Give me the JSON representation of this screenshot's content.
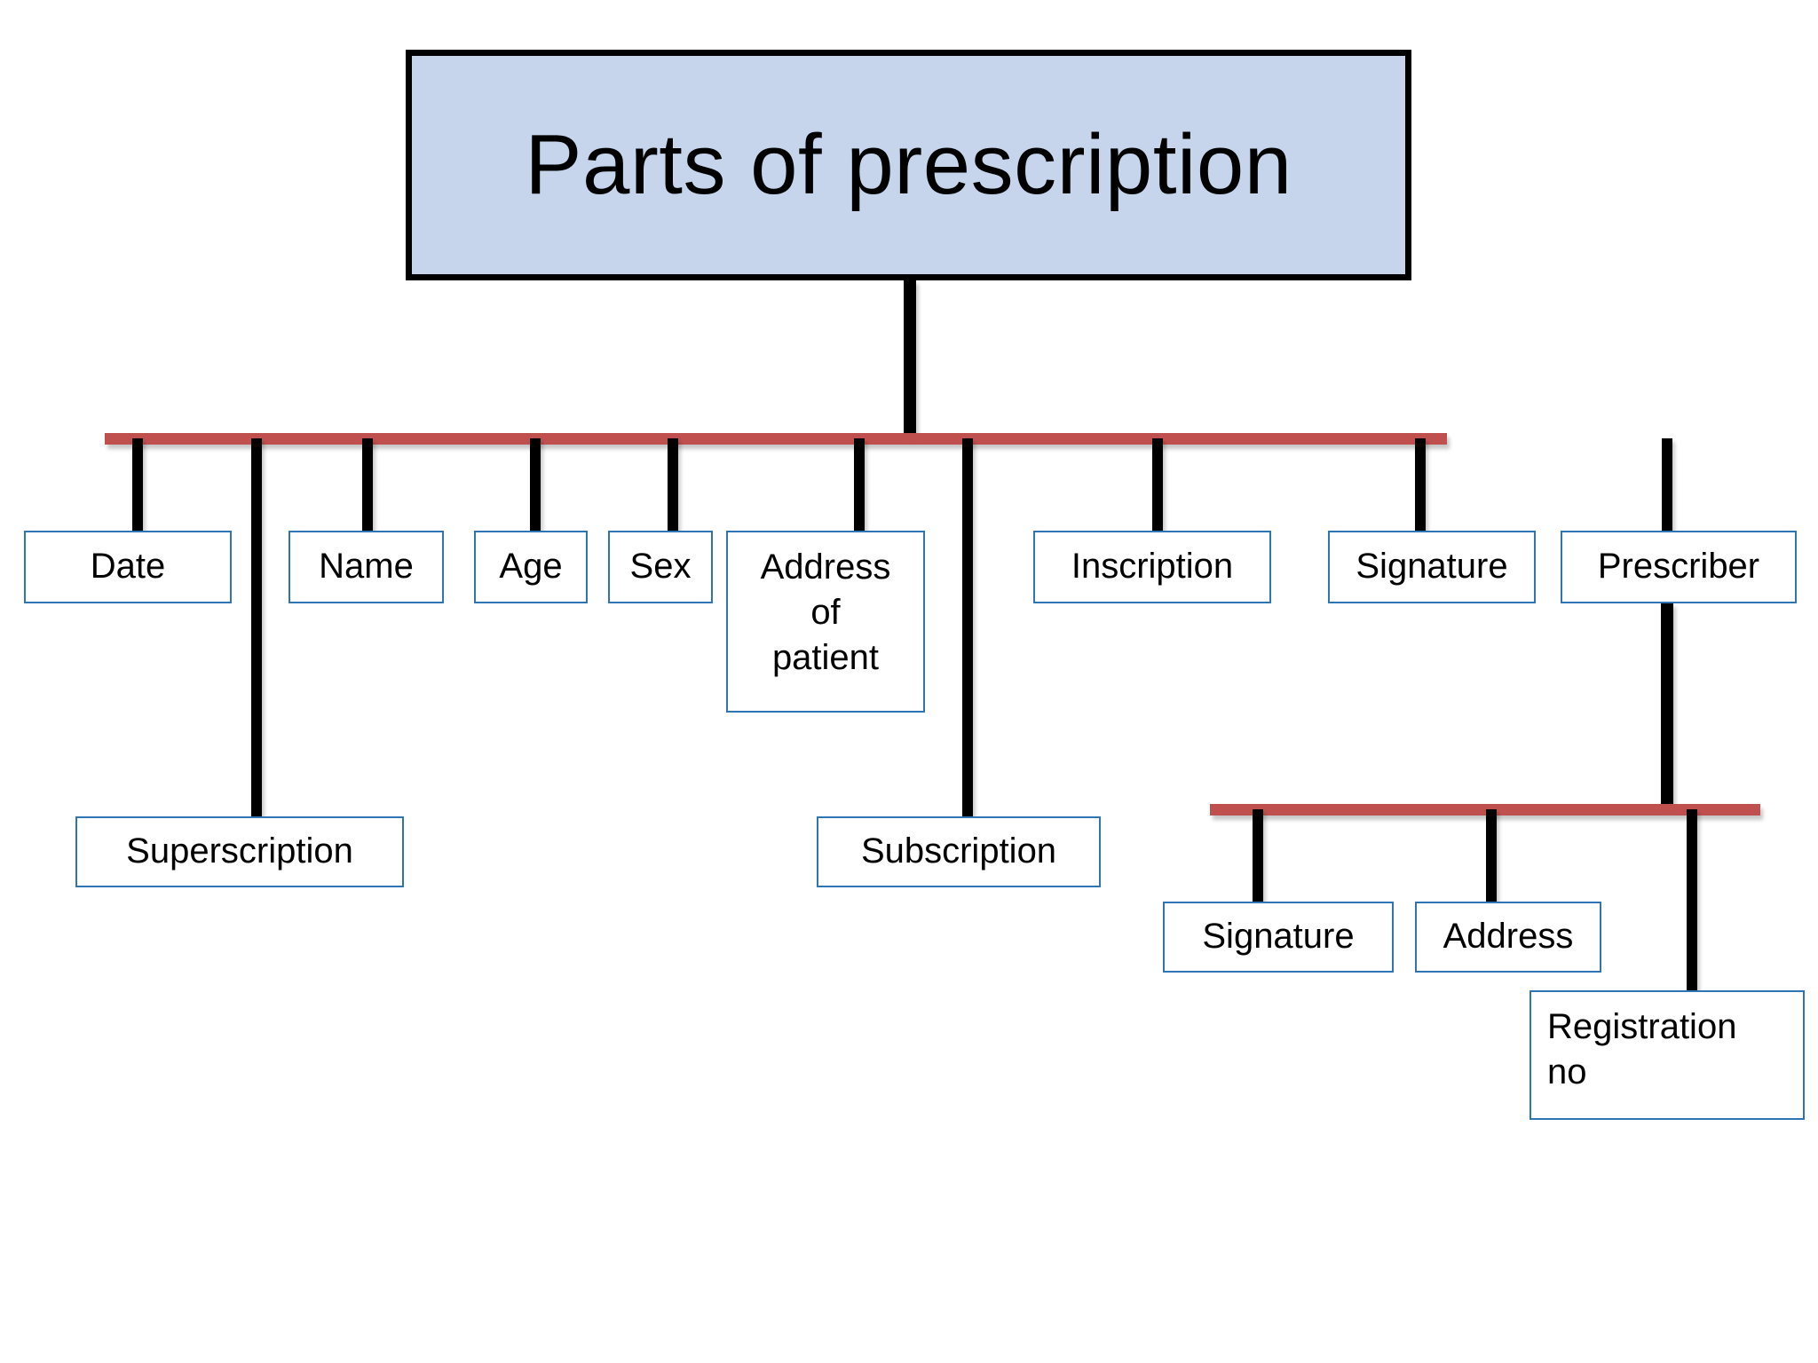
{
  "diagram": {
    "type": "tree",
    "title": "Parts of prescription",
    "colors": {
      "title_fill": "#C6D5EC",
      "title_border": "#000000",
      "connector_bar": "#C0504D",
      "connector_stem": "#000000",
      "node_border": "#2E75B6",
      "node_fill": "#FFFFFF",
      "background": "#FFFFFF",
      "text": "#000000"
    },
    "root": {
      "label": "Parts of prescription"
    },
    "level1": [
      {
        "label": "Date"
      },
      {
        "label": "Name"
      },
      {
        "label": "Age"
      },
      {
        "label": "Sex"
      },
      {
        "label": "Address of patient",
        "line1": "Address",
        "line2": "of",
        "line3": "patient"
      },
      {
        "label": "Inscription"
      },
      {
        "label": "Signature"
      },
      {
        "label": "Prescriber"
      }
    ],
    "level2": [
      {
        "label": "Superscription",
        "parent": "root-bar"
      },
      {
        "label": "Subscription",
        "parent": "root-bar"
      }
    ],
    "prescriber_children": [
      {
        "label": "Signature"
      },
      {
        "label": "Address"
      },
      {
        "label": "Registration no",
        "line1": "Registration",
        "line2": "no"
      }
    ]
  }
}
